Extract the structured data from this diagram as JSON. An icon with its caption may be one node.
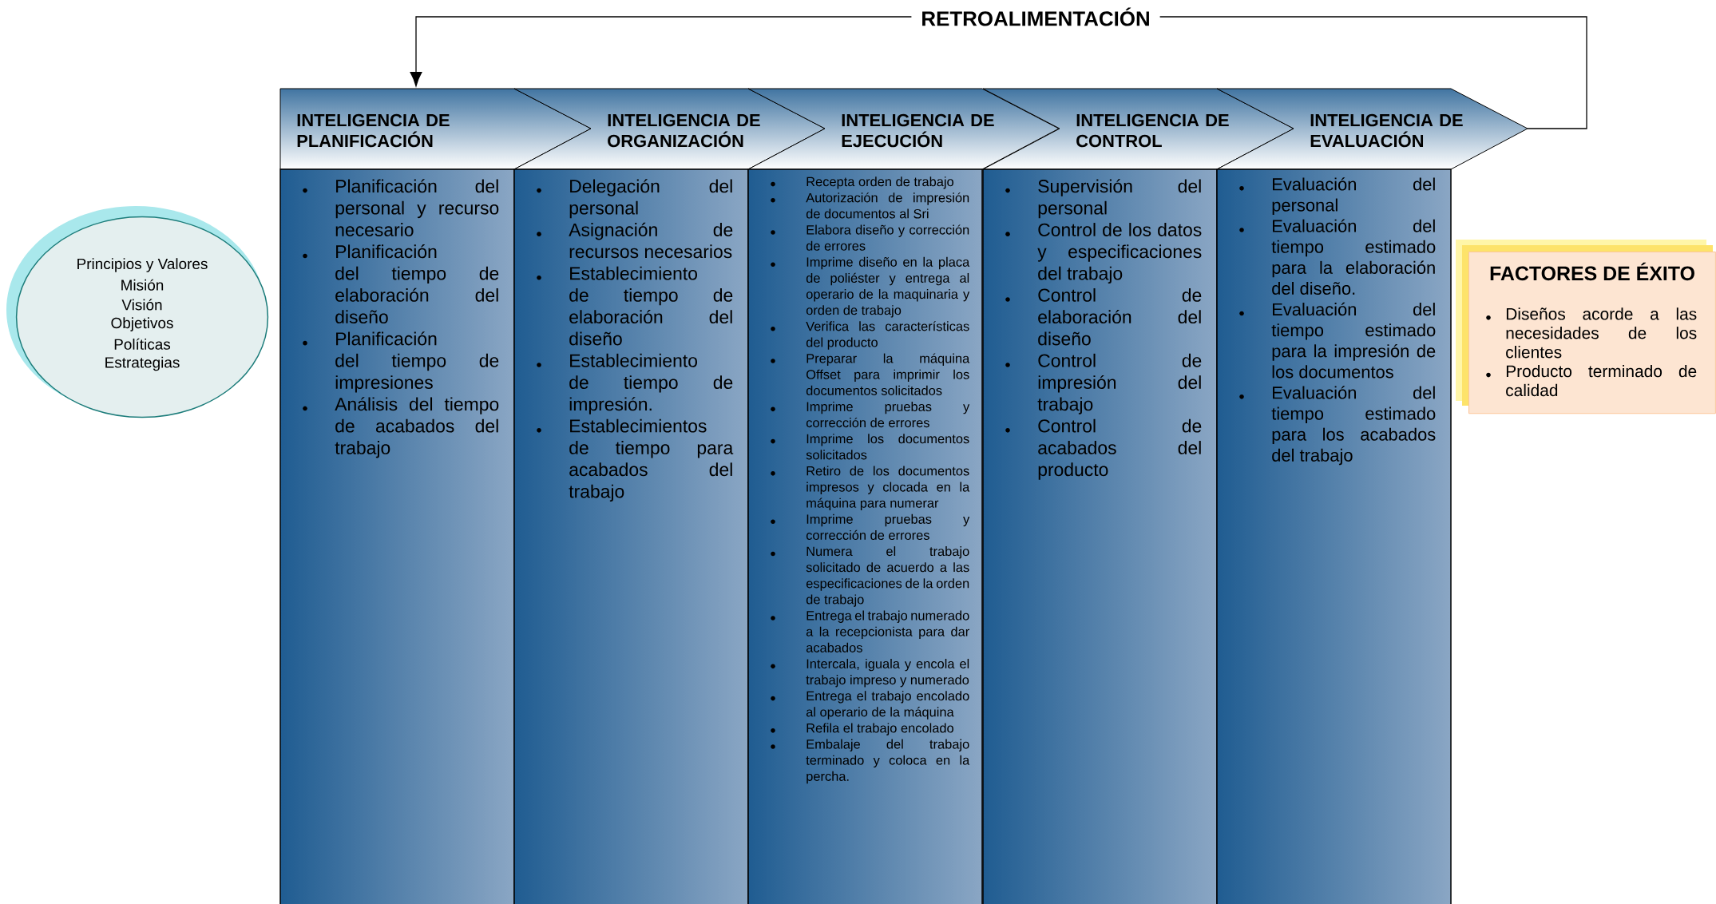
{
  "diagram": {
    "nodes": [
      {
        "text": [
          "Principios y Valores",
          "Misión",
          "Visión",
          "Objetivos",
          "Políticas",
          "Estrategias"
        ]
      },
      {
        "text": [
          "INTELIGENCIA DE PLANIFICACIÓN",
          "Planificación del personal y recurso necesario",
          "Planificación del tiempo de elaboración del diseño",
          "Planificación del tiempo de impresiones",
          "Análisis del tiempo de acabados del trabajo"
        ]
      },
      {
        "text": [
          "INTELIGENCIA DE ORGANIZACIÓN",
          "Delegación del personal",
          "Asignación de recursos necesarios",
          "Establecimiento de tiempo de elaboración del diseño",
          "Establecimiento de tiempo de impresión.",
          "Establecimientos de tiempo para acabados del trabajo"
        ]
      },
      {
        "text": [
          "INTELIGENCIA DE EJECUCIÓN",
          "Recepta orden de trabajo",
          "Autorización de impresión de documentos al Sri",
          "Elabora diseño y corrección de errores",
          "Imprime diseño en la placa de poliéster y entrega al operario de la maquinaria y orden de trabajo",
          "Verifica las características del producto",
          "Preparar la máquina Offset para imprimir los documentos solicitados",
          "Imprime pruebas y corrección de errores",
          "Imprime los documentos solicitados",
          "Retiro de los documentos impresos y clocada en la máquina para numerar",
          "Imprime pruebas y corrección de errores",
          "Numera el trabajo solicitado de acuerdo a las especificaciones de la orden de trabajo",
          "Entrega el trabajo numerado a la recepcionista para dar acabados",
          "Intercala, iguala y encola el trabajo impreso y numerado",
          "Entrega el trabajo encolado al operario de la máquina",
          "Refila el trabajo encolado",
          "Embalaje del trabajo terminado y coloca en la percha."
        ]
      },
      {
        "text": [
          "INTELIGENCIA DE CONTROL",
          "Supervisión del personal",
          "Control de los datos y especificaciones del trabajo",
          "Control de elaboración del diseño",
          "Control de impresión del trabajo",
          "Control de acabados del producto"
        ]
      },
      {
        "text": [
          "INTELIGENCIA DE EVALUACIÓN",
          "Evaluación del personal",
          "Evaluación del tiempo estimado para la elaboración del diseño.",
          "Evaluación del tiempo estimado para la impresión de los documentos",
          "Evaluación del tiempo estimado para los acabados del trabajo"
        ]
      },
      {
        "text": [
          "FACTORES DE ÉXITO",
          "Diseños acorde a las necesidades de los clientes",
          "Producto terminado de calidad"
        ]
      }
    ],
    "edges": [
      {
        "from": 5,
        "to": 1,
        "arrow": "to",
        "label": "RETROALIMENTACIÓN"
      }
    ]
  }
}
